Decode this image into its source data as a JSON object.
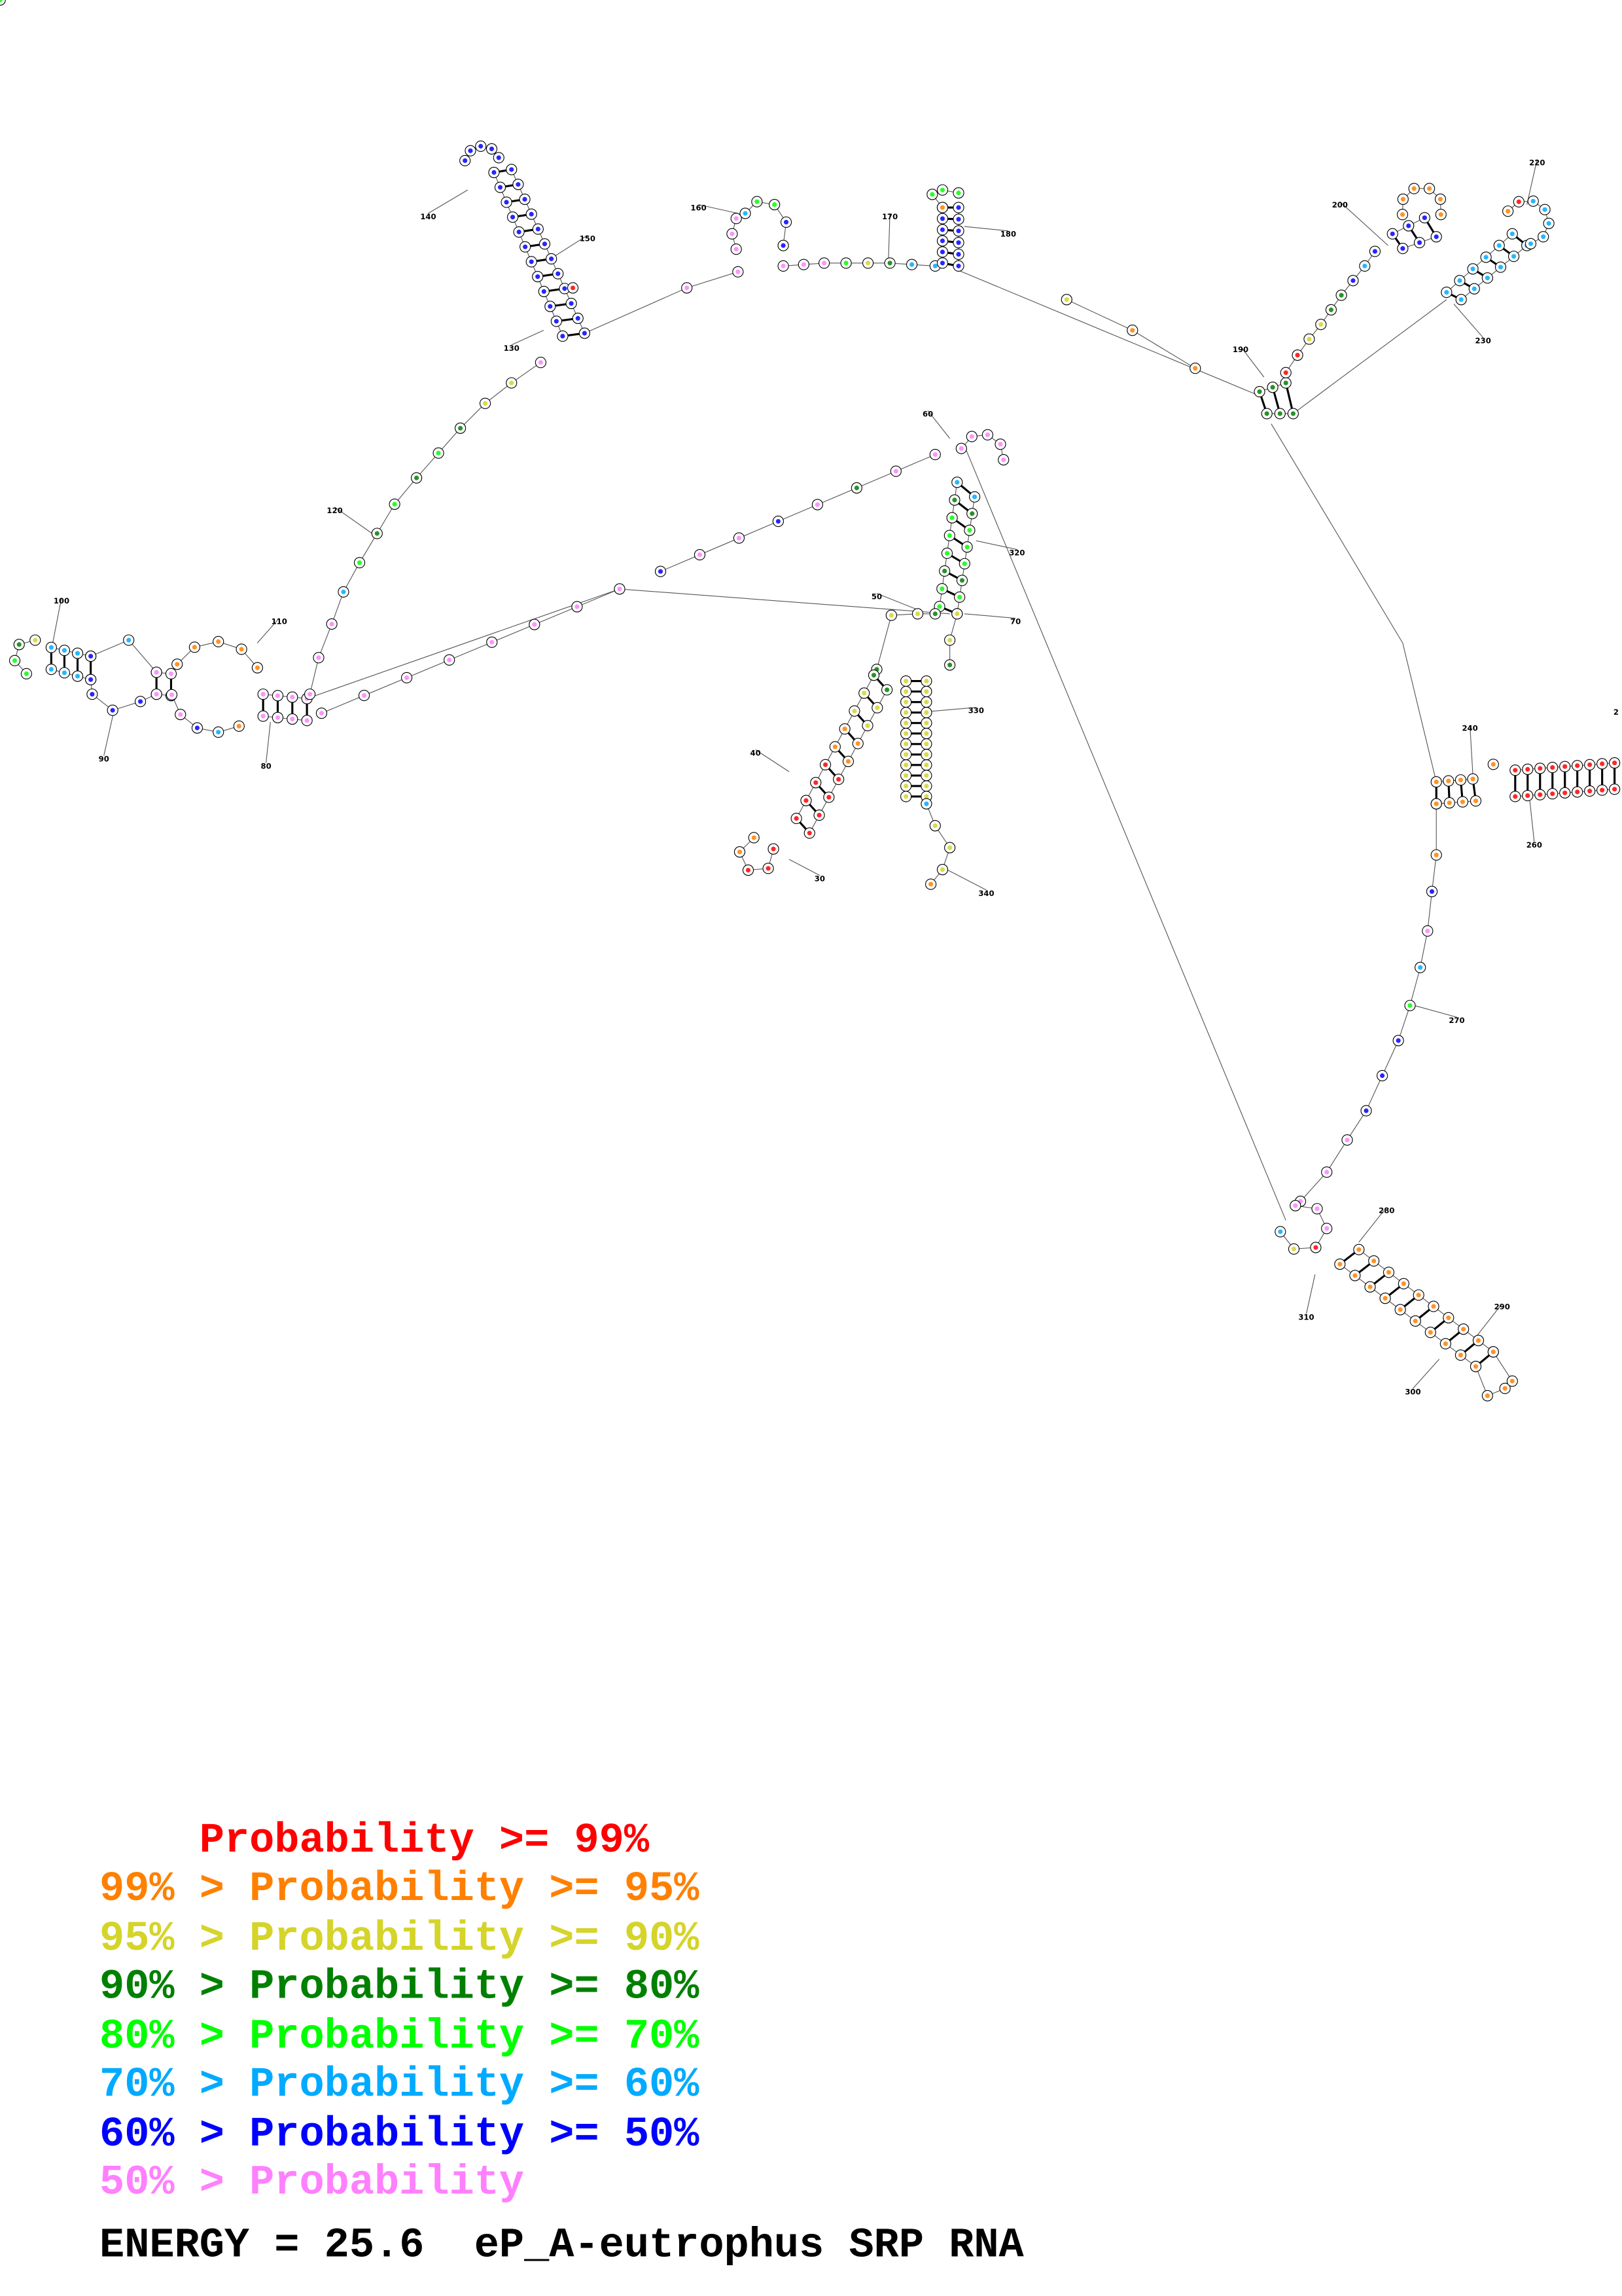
{
  "colors": {
    "p99": "#ff0000",
    "p95": "#ff8000",
    "p90": "#d4d42a",
    "p80": "#008000",
    "p70": "#00ff00",
    "p60": "#00aaff",
    "p50": "#0000ff",
    "plow": "#ff80ff"
  },
  "position_labels": [
    "30",
    "40",
    "50",
    "60",
    "70",
    "80",
    "90",
    "100",
    "110",
    "120",
    "130",
    "140",
    "150",
    "160",
    "170",
    "180",
    "190",
    "200",
    "220",
    "230",
    "240",
    "2",
    "260",
    "270",
    "280",
    "290",
    "300",
    "310",
    "320",
    "330",
    "340"
  ],
  "legend": [
    {
      "prefix": "    ",
      "text": "Probability >= 99%",
      "color_key": "p99"
    },
    {
      "prefix": "99% > ",
      "text": "Probability >= 95%",
      "color_key": "p95"
    },
    {
      "prefix": "95% > ",
      "text": "Probability >= 90%",
      "color_key": "p90"
    },
    {
      "prefix": "90% > ",
      "text": "Probability >= 80%",
      "color_key": "p80"
    },
    {
      "prefix": "80% > ",
      "text": "Probability >= 70%",
      "color_key": "p70"
    },
    {
      "prefix": "70% > ",
      "text": "Probability >= 60%",
      "color_key": "p60"
    },
    {
      "prefix": "60% > ",
      "text": "Probability >= 50%",
      "color_key": "p50"
    },
    {
      "prefix": "50% > ",
      "text": "Probability",
      "color_key": "plow"
    }
  ],
  "energy_line": "ENERGY = 25.6  eP_A-eutrophus SRP RNA"
}
